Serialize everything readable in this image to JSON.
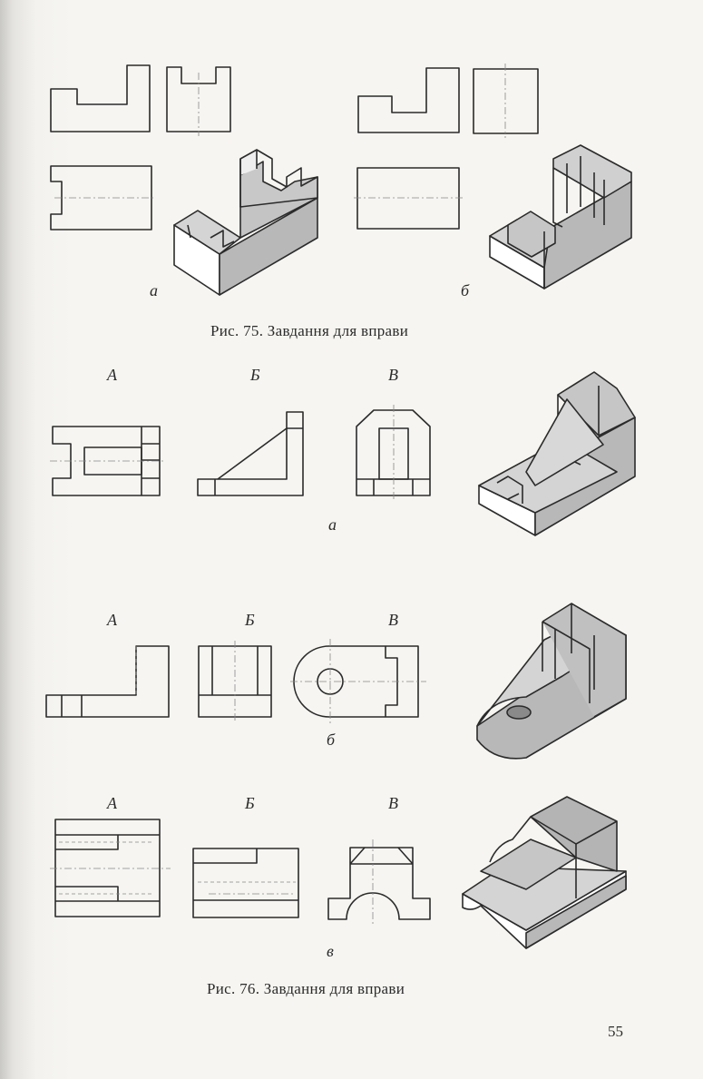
{
  "fig75": {
    "caption": "Рис. 75. Завдання для вправи",
    "labels": {
      "a": "а",
      "b": "б"
    }
  },
  "fig76": {
    "caption": "Рис. 76. Завдання для вправи",
    "view_labels": [
      "А",
      "Б",
      "В"
    ],
    "sub_labels": {
      "a": "а",
      "b": "б",
      "v": "в"
    }
  },
  "page_number": "55",
  "colors": {
    "ink": "#2b2b2b",
    "shade": "#b8b8b8",
    "light": "#d4d4d4",
    "paper": "#f6f5f1"
  }
}
